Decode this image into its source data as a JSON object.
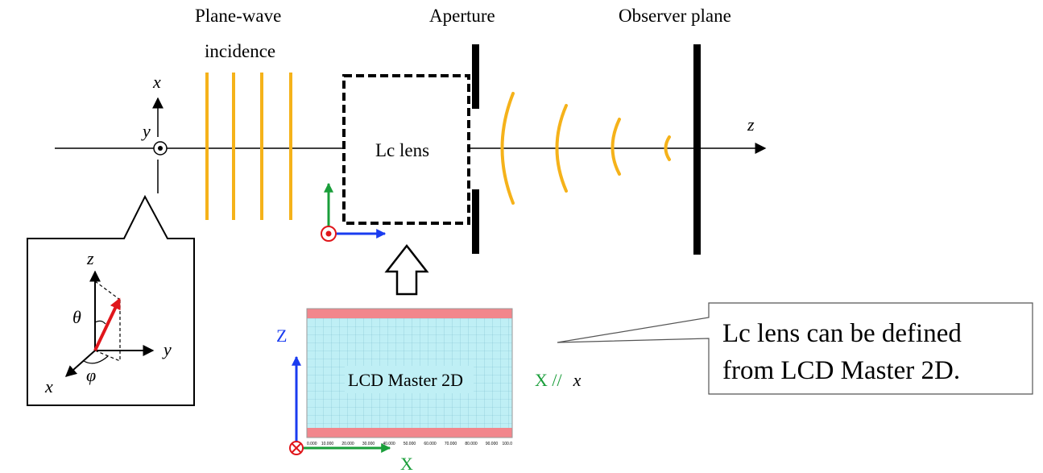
{
  "labels": {
    "plane_wave_line1": "Plane-wave",
    "plane_wave_line2": "incidence",
    "aperture": "Aperture",
    "observer_plane": "Observer plane",
    "lc_lens": "Lc lens",
    "axis_x": "x",
    "axis_y": "y",
    "axis_z": "z"
  },
  "inset": {
    "axis_z": "z",
    "axis_y": "y",
    "axis_x": "x",
    "theta": "θ",
    "phi": "φ"
  },
  "lcd": {
    "title": "LCD Master 2D",
    "axis_Z": "Z",
    "axis_X": "X",
    "x_relation": "X //",
    "x_relation_var": "x",
    "ticks": [
      "0.000",
      "10.000",
      "20.000",
      "30.000",
      "40.000",
      "50.000",
      "60.000",
      "70.000",
      "80.000",
      "90.000",
      "100.0"
    ]
  },
  "callout": {
    "line1": "Lc lens can be defined",
    "line2": "from LCD Master 2D."
  },
  "colors": {
    "wave": "#f5b21a",
    "axis_green": "#1a9e3a",
    "axis_blue": "#1a3cf0",
    "axis_red": "#e0161b",
    "lcd_fill": "#bfeff5",
    "lcd_band": "#f2868c",
    "lcd_grid": "#7fbfd0"
  }
}
